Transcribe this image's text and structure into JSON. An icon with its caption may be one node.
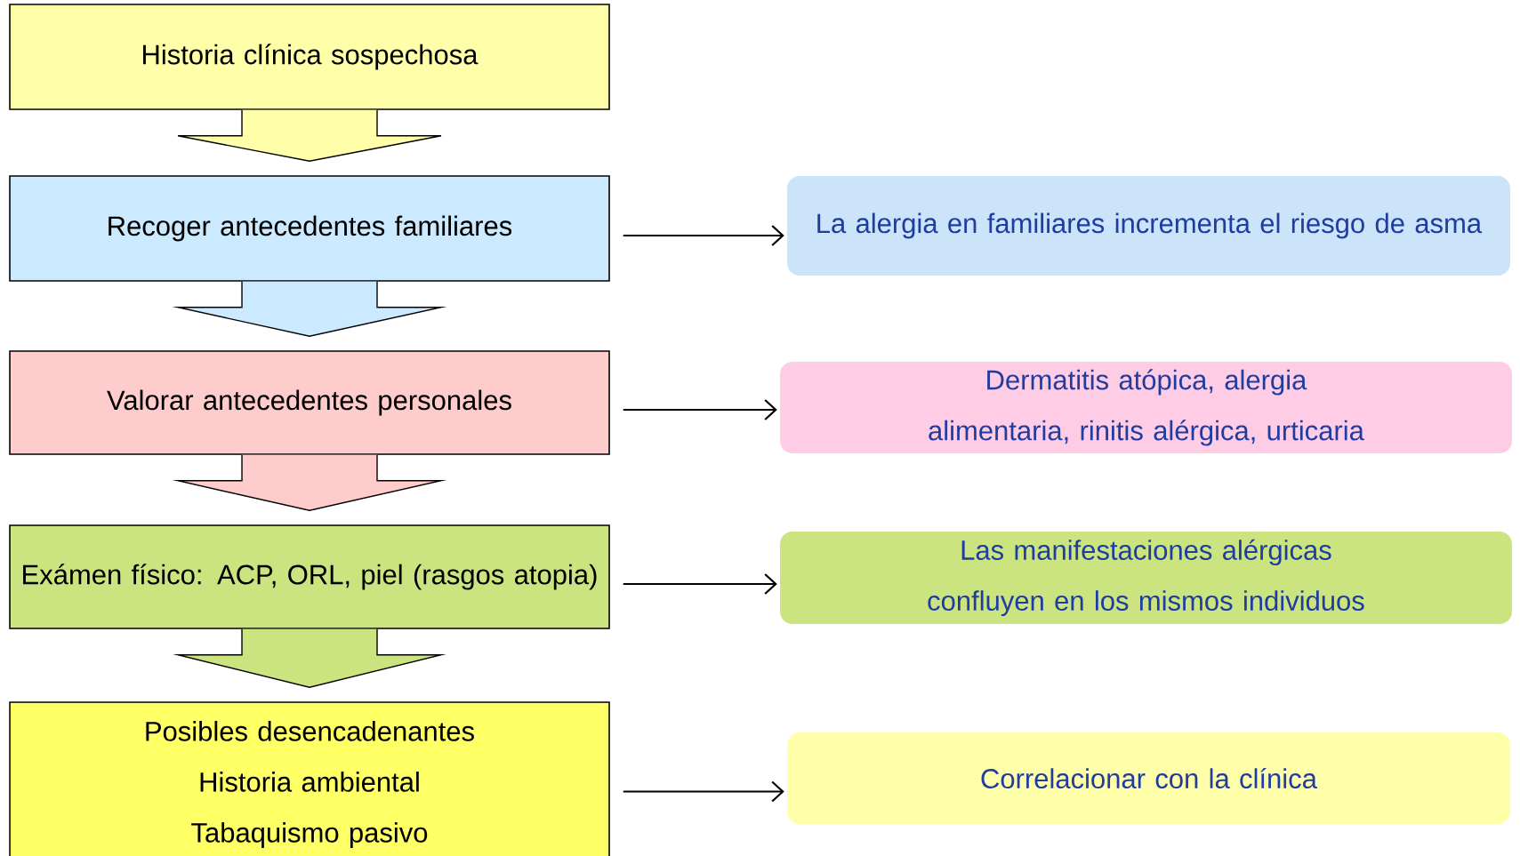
{
  "diagram": {
    "nodes": [
      {
        "text": [
          "Historia clínica sospechosa"
        ]
      },
      {
        "text": [
          "Recoger antecedentes familiares"
        ]
      },
      {
        "text": [
          "Valorar antecedentes personales"
        ]
      },
      {
        "text": [
          "Exámen físico: ACP, ORL, piel (rasgos atopia)"
        ]
      },
      {
        "text": [
          "Posibles desencadenantes",
          "Historia ambiental",
          "Tabaquismo pasivo"
        ]
      },
      {
        "text": [
          "La alergia en familiares incrementa el riesgo de asma"
        ]
      },
      {
        "text": [
          "Dermatitis atópica, alergia alimentaria, rinitis alérgica, urticaria"
        ]
      },
      {
        "text": [
          "Las manifestaciones alérgicas confluyen en los mismos individuos"
        ]
      },
      {
        "text": [
          "Correlacionar con la clínica"
        ]
      }
    ],
    "edges": [
      {
        "from": 0,
        "to": 1,
        "arrow": "to",
        "style": "thick",
        "color": "#ffffaa"
      },
      {
        "from": 1,
        "to": 2,
        "arrow": "to",
        "style": "thick",
        "color": "#cceaff"
      },
      {
        "from": 2,
        "to": 3,
        "arrow": "to",
        "style": "thick",
        "color": "#ffcccc"
      },
      {
        "from": 3,
        "to": 4,
        "arrow": "to",
        "style": "thick",
        "color": "#cce480"
      },
      {
        "from": 1,
        "to": 5,
        "arrow": "to"
      },
      {
        "from": 2,
        "to": 6,
        "arrow": "to"
      },
      {
        "from": 3,
        "to": 7,
        "arrow": "to"
      },
      {
        "from": 4,
        "to": 8,
        "arrow": "to"
      }
    ]
  }
}
